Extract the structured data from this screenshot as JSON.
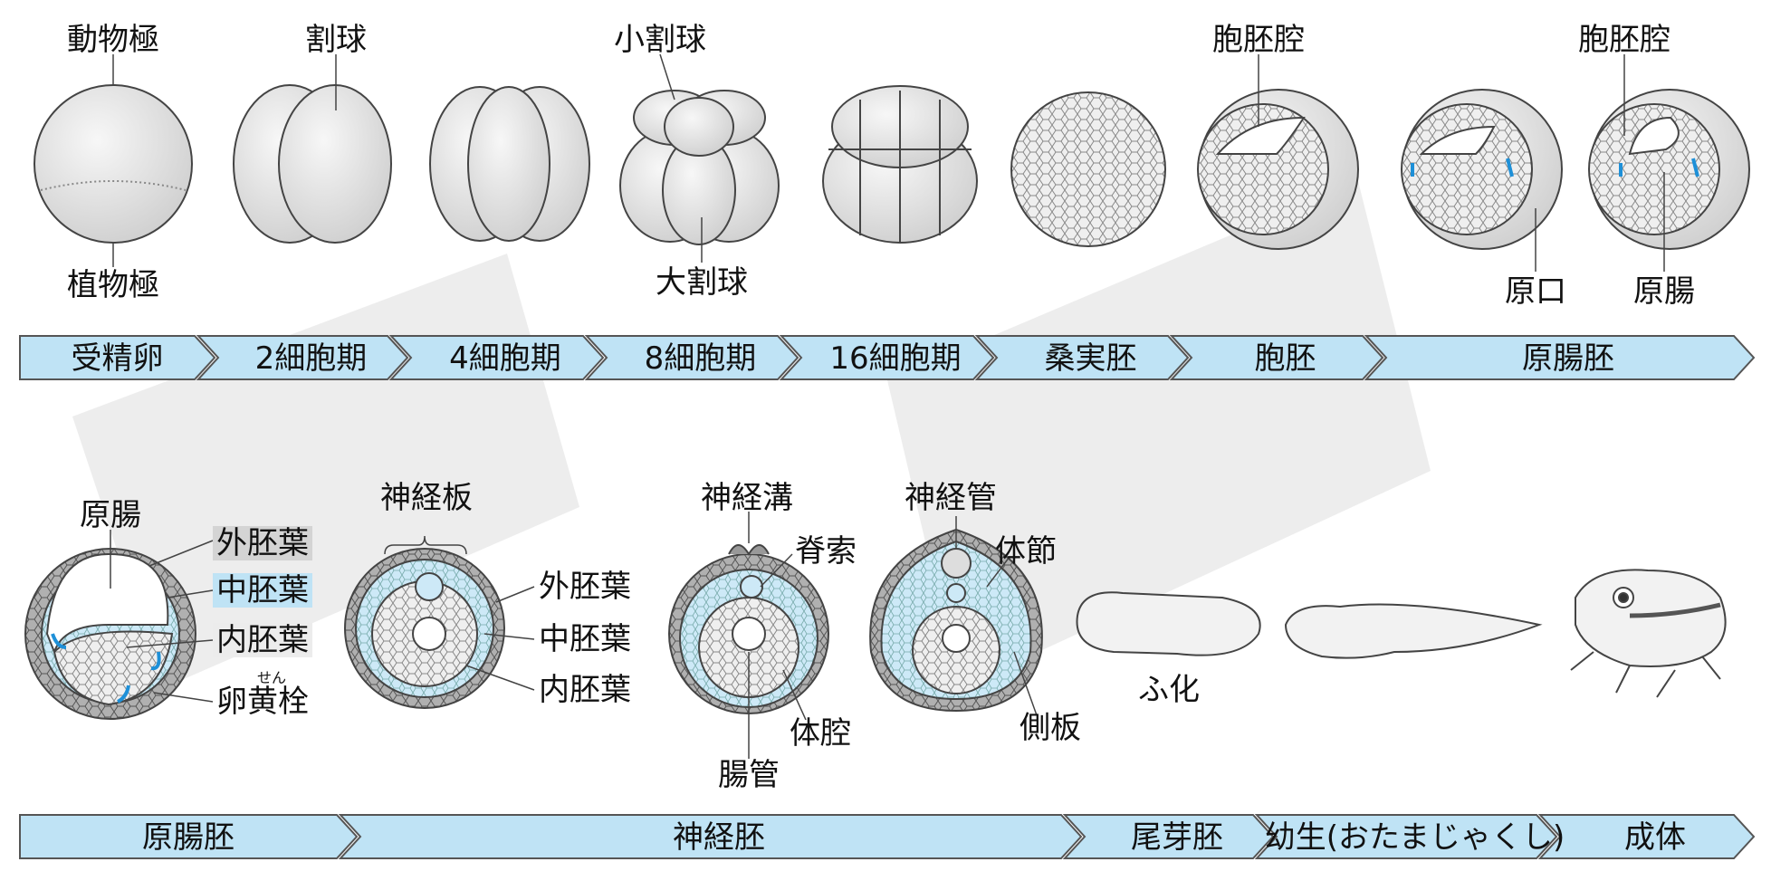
{
  "colors": {
    "band_fill": "#bfe3f5",
    "band_stroke": "#555555",
    "egg_fill": "#e6e6e6",
    "mesoderm": "#bfe3f5",
    "ectoderm": "#9a9a9a",
    "arrow": "#1e90d8"
  },
  "top_band": [
    "受精卵",
    "2細胞期",
    "4細胞期",
    "8細胞期",
    "16細胞期",
    "桑実胚",
    "胞胚",
    "原腸胚"
  ],
  "bottom_band": [
    "原腸胚",
    "神経胚",
    "尾芽胚",
    "幼生(おたまじゃくし)",
    "成体"
  ],
  "top_labels": {
    "animal_pole": "動物極",
    "vegetal_pole": "植物極",
    "blastomere": "割球",
    "micromere": "小割球",
    "macromere": "大割球",
    "blastocoel_1": "胞胚腔",
    "blastocoel_2": "胞胚腔",
    "blastopore": "原口",
    "archenteron": "原腸"
  },
  "bottom_labels": {
    "archenteron": "原腸",
    "ectoderm": "外胚葉",
    "mesoderm": "中胚葉",
    "endoderm": "内胚葉",
    "yolk_plug_ruby": "せん",
    "yolk_plug": "卵黄栓",
    "neural_plate": "神経板",
    "ectoderm_2": "外胚葉",
    "mesoderm_2": "中胚葉",
    "endoderm_2": "内胚葉",
    "neural_groove": "神経溝",
    "notochord": "脊索",
    "coelom": "体腔",
    "gut": "腸管",
    "neural_tube": "神経管",
    "somite": "体節",
    "lateral_plate": "側板",
    "hatching": "ふ化"
  }
}
